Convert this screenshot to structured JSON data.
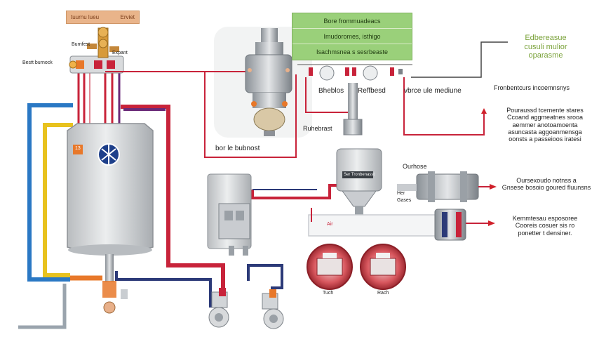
{
  "colors": {
    "hot_pipe": "#c8233a",
    "cold_pipe": "#2a78c4",
    "yellow_pipe": "#e8c21e",
    "orange_pipe": "#e8782a",
    "navy_pipe": "#2c3a78",
    "purple_pipe": "#6b2a78",
    "grey_pipe": "#9aa4ad",
    "panel_green": "#9ad07a",
    "tank_body": "#d6d8da",
    "plate_orange": "#e9b48a",
    "note_green": "#7aa23a",
    "arrow_red": "#d0202a"
  },
  "top_plate": {
    "left_text": "tuurnu lueu",
    "right_text": "Erviet"
  },
  "labels": {
    "top_fitting_label": "Burnfest",
    "top_fitting_sublabel": "Expant",
    "left_valve_label": "Bestt burnock",
    "tank_badge": "13",
    "middle_caption": "bor le bubnost",
    "gauge_left": "Bheblos",
    "gauge_right": "Reffbesd",
    "gauge_row_caption": "vbrce ule mediune",
    "flow_sensor_label": "Ruhebrast",
    "sep_label": "Ser Tronbenasst",
    "gas_hose_label": "Ourhose",
    "gas_side_label_1": "Her",
    "gas_side_label_2": "Gases",
    "dial_bar_label": "Air",
    "dial_left_caption": "Tuch",
    "dial_right_caption": "Rach"
  },
  "panel": {
    "rows": [
      "Bore frommuadeacs",
      "Imudoromes, isthigo",
      "Isachmsnea s sesrbeaste"
    ]
  },
  "notes": {
    "green_title": [
      "Edbereasue",
      "cusuli mulior",
      "oparasme"
    ],
    "right_header": "Fronbentcurs incoemnsnys",
    "paragraph_1": [
      "Pouraussd tcemente stares",
      "Ccoand aggmeatnes srooa",
      "aemmer anotoamoenta",
      "asuncasta aggoanmensga",
      "oonsts a passeioos iratesi"
    ],
    "paragraph_2": [
      "Oursexoudo notnss a",
      "Gnsese bosoio goured fluunsns"
    ],
    "paragraph_3": [
      "Kemmtesau esposoree",
      "Cooreis cosuer sis ro",
      "ponetter t densiner."
    ]
  }
}
